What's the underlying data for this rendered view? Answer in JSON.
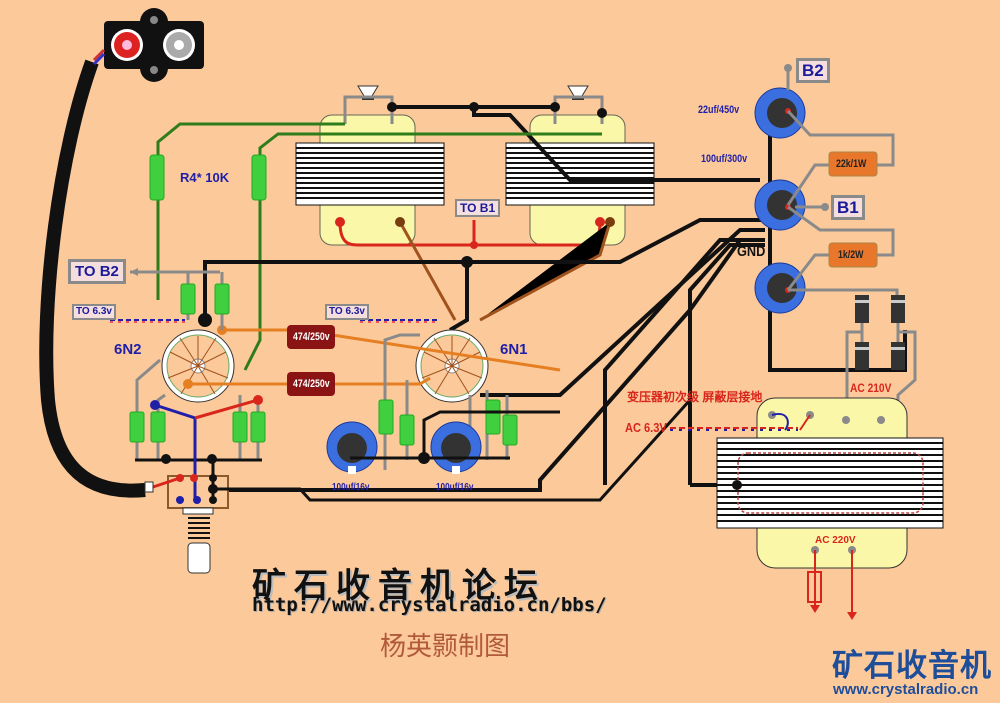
{
  "diagram": {
    "title": "Dual-channel 6N2/6N1 tube amplifier wiring diagram",
    "forum_title": "矿石收音机论坛",
    "forum_url": "http://www.crystalradio.cn/bbs/",
    "author": "杨英颢制图",
    "logo": {
      "name": "矿石收音机",
      "url": "www.crystalradio.cn"
    },
    "labels": {
      "to_b2": "TO B2",
      "to_b1": "TO B1",
      "to_63v_left": "TO 6.3v",
      "to_63v_right": "TO 6.3v",
      "r4": "R4* 10K",
      "tube_left": "6N2",
      "tube_right": "6N1",
      "b2": "B2",
      "b1": "B1",
      "gnd": "GND",
      "ac_210v": "AC 210V",
      "ac_63v": "AC 6.3V",
      "ac_220v": "AC 220V",
      "shield_note": "变压器初次级 屏蔽层接地"
    },
    "capacitors": {
      "filter_top": "22uf/450v",
      "filter_mid": "100uf/300v",
      "cathode_left": "100uf/16v",
      "cathode_right": "100uf/16v",
      "coupling_top": "474/250v",
      "coupling_bottom": "474/250v"
    },
    "resistors": {
      "filter_1": "22k/1W",
      "filter_2": "1k/2W"
    },
    "colors": {
      "background": "#fcc99a",
      "wire_black": "#111111",
      "wire_green": "#2e7d1a",
      "wire_gray": "#8a8a8a",
      "wire_orange": "#e67e22",
      "wire_brown": "#a0521d",
      "wire_red": "#d9261c",
      "wire_blue": "#1f1fa8",
      "capacitor_blue": "#3b6fe0",
      "transformer_yellow": "#fbf7a8",
      "coupling_cap": "#8a1414",
      "resistor_green": "#3fcf3f",
      "resistor_orange": "#e8762b"
    }
  }
}
